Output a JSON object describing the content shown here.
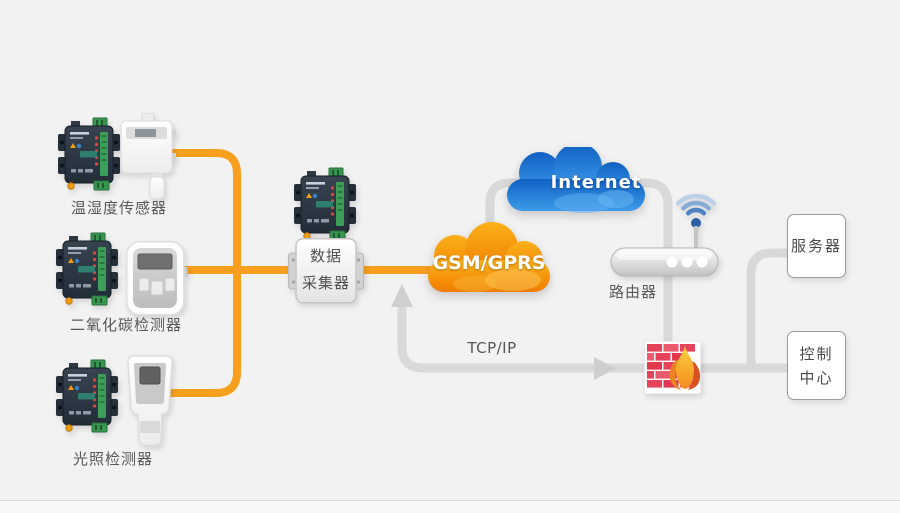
{
  "sensor_groups": [
    {
      "label": "温湿度传感器"
    },
    {
      "label": "二氧化碳检测器"
    },
    {
      "label": "光照检测器"
    }
  ],
  "collector": {
    "line1": "数据",
    "line2": "采集器"
  },
  "gsm_cloud": {
    "label": "GSM/GPRS"
  },
  "internet_cloud": {
    "label": "Internet"
  },
  "router": {
    "label": "路由器"
  },
  "tcpip": {
    "label": "TCP/IP"
  },
  "server": {
    "label": "服务器"
  },
  "control_center": {
    "line1": "控制",
    "line2": "中心"
  },
  "colors": {
    "background": "#F2F2F2",
    "cable_orange": "#F8A01E",
    "line_gray": "#D9D9D9",
    "gsm_gradient_top": "#FBB019",
    "gsm_gradient_bottom": "#EF7D00",
    "internet_gradient_top": "#1161C3",
    "internet_gradient_bottom": "#3D9BE9",
    "firewall_brick_red": "#E6425A",
    "flame_orange": "#F28C1E",
    "wifi_blue": "#2B5EA7",
    "label_text": "#585858"
  }
}
